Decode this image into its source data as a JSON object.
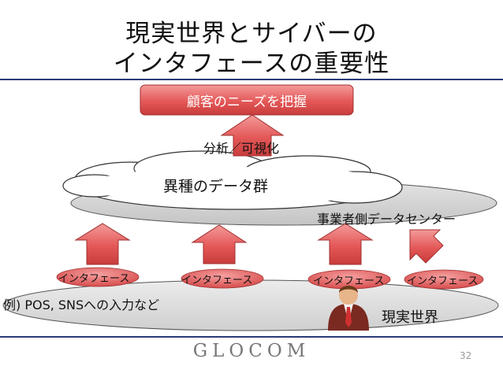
{
  "title_line1": "現実世界とサイバーの",
  "title_line2": "インタフェースの重要性",
  "customer_needs": "顧客のニーズを把握",
  "analysis_label": "分析／可視化",
  "data_cloud_label": "異種のデータ群",
  "datacenter_label": "事業者側データセンター",
  "interfaces": [
    "インタフェース",
    "インタフェース",
    "インタフェース",
    "インタフェース"
  ],
  "example_label": "例) POS, SNSへの入力など",
  "real_world_label": "現実世界",
  "footer_logo": "GLOCOM",
  "page_number": "32",
  "colors": {
    "accent_red": "#e05050",
    "rule_blue": "#2a3a78",
    "ellipse_gray": "#d2d2d2"
  }
}
